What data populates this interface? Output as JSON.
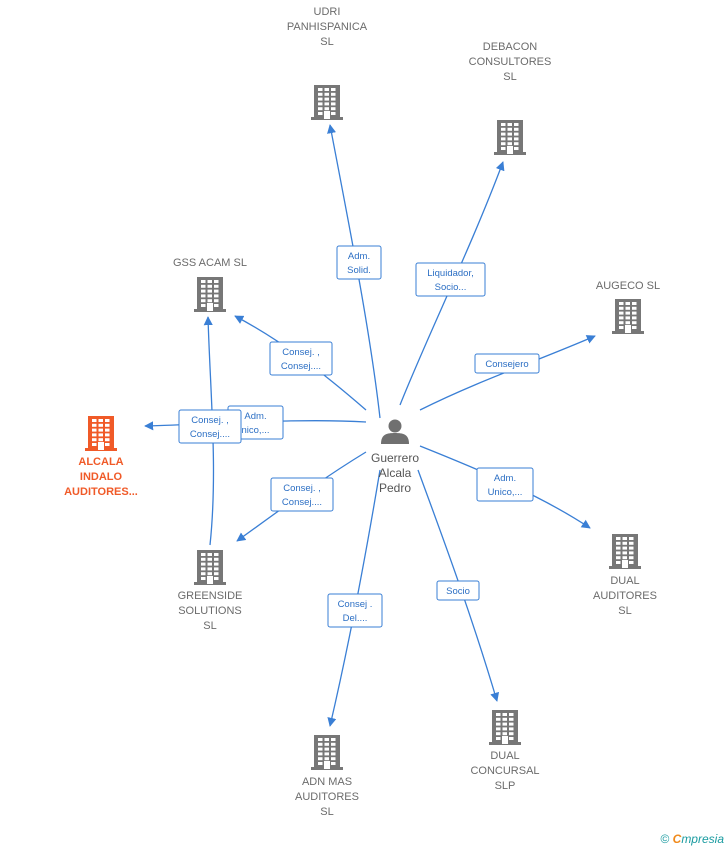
{
  "center": {
    "lines": [
      "Guerrero",
      "Alcala",
      "Pedro"
    ],
    "icon": "person-icon"
  },
  "companies": [
    {
      "id": "udri",
      "lines": [
        "UDRI",
        "PANHISPANICA",
        "SL"
      ],
      "highlight": false,
      "icon": "building-icon"
    },
    {
      "id": "debacon",
      "lines": [
        "DEBACON",
        "CONSULTORES",
        "SL"
      ],
      "highlight": false,
      "icon": "building-icon"
    },
    {
      "id": "gss",
      "lines": [
        "GSS ACAM  SL"
      ],
      "highlight": false,
      "icon": "building-icon"
    },
    {
      "id": "augeco",
      "lines": [
        "AUGECO SL"
      ],
      "highlight": false,
      "icon": "building-icon"
    },
    {
      "id": "alcala",
      "lines": [
        "ALCALA",
        "INDALO",
        "AUDITORES..."
      ],
      "highlight": true,
      "icon": "building-icon"
    },
    {
      "id": "greenside",
      "lines": [
        "GREENSIDE",
        "SOLUTIONS",
        "SL"
      ],
      "highlight": false,
      "icon": "building-icon"
    },
    {
      "id": "dual_auditores",
      "lines": [
        "DUAL",
        "AUDITORES",
        "SL"
      ],
      "highlight": false,
      "icon": "building-icon"
    },
    {
      "id": "adn",
      "lines": [
        "ADN MAS",
        "AUDITORES",
        "SL"
      ],
      "highlight": false,
      "icon": "building-icon"
    },
    {
      "id": "dual_concursal",
      "lines": [
        "DUAL",
        "CONCURSAL",
        "SLP"
      ],
      "highlight": false,
      "icon": "building-icon"
    }
  ],
  "relations": [
    {
      "id": "r_udri",
      "lines": [
        "Adm.",
        "Solid."
      ]
    },
    {
      "id": "r_debacon",
      "lines": [
        "Liquidador,",
        "Socio..."
      ]
    },
    {
      "id": "r_gss",
      "lines": [
        "Consej. ,",
        "Consej...."
      ]
    },
    {
      "id": "r_augeco",
      "lines": [
        "Consejero"
      ]
    },
    {
      "id": "r_alcala_a",
      "lines": [
        "Adm.",
        "nico,..."
      ]
    },
    {
      "id": "r_alcala_b",
      "lines": [
        "Consej. ,",
        "Consej...."
      ]
    },
    {
      "id": "r_greenside",
      "lines": [
        "Consej. ,",
        "Consej...."
      ]
    },
    {
      "id": "r_dual_aud",
      "lines": [
        "Adm.",
        "Unico,..."
      ]
    },
    {
      "id": "r_adn",
      "lines": [
        "Consej .",
        "Del...."
      ]
    },
    {
      "id": "r_dual_conc",
      "lines": [
        "Socio"
      ]
    }
  ],
  "colors": {
    "edge": "#3a7fd5",
    "icon": "#777777",
    "highlight": "#f05a28",
    "person": "#707070"
  },
  "footer": {
    "copyright": "©",
    "brand_initial": "C",
    "brand_rest": "mpresia"
  }
}
